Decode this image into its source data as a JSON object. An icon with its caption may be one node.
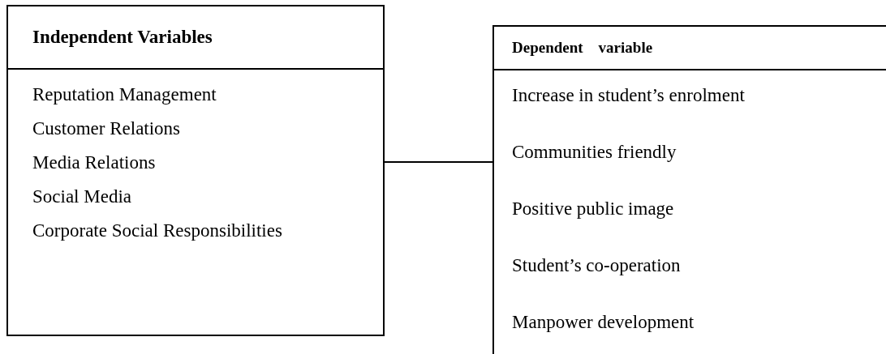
{
  "diagram": {
    "nodes": [
      {
        "text": [
          "Independent Variables",
          "Reputation Management",
          "Customer Relations",
          "Media Relations",
          "Social Media",
          "Corporate Social Responsibilities"
        ]
      },
      {
        "text": [
          "Dependent    variable",
          "Increase in student’s enrolment",
          "Communities friendly",
          "Positive public image",
          "Student’s co-operation",
          "Manpower development"
        ]
      }
    ],
    "edges": [
      {
        "from": 0,
        "to": 1,
        "arrow": "none"
      }
    ]
  }
}
